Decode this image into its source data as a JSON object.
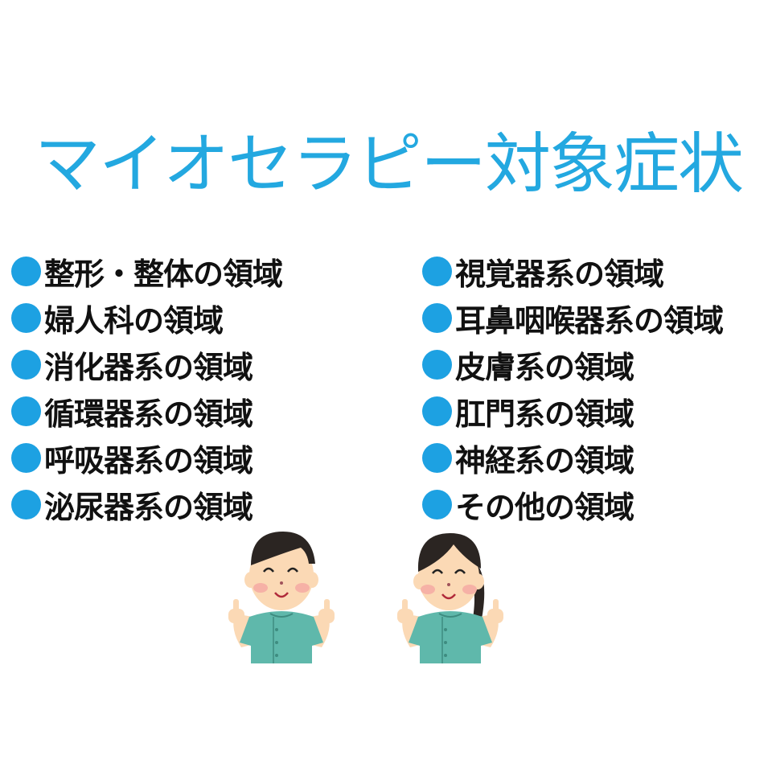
{
  "title": "マイオセラピー対象症状",
  "colors": {
    "title": "#23a8e0",
    "bullet": "#1da1e2",
    "text": "#111111",
    "scrub": "#5fb8ab",
    "skin": "#fbd9b5",
    "hair": "#2b2522",
    "cheek": "#f4a0a0"
  },
  "left_column": {
    "items": [
      {
        "label": "整形・整体の領域"
      },
      {
        "label": "婦人科の領域"
      },
      {
        "label": "消化器系の領域"
      },
      {
        "label": "循環器系の領域"
      },
      {
        "label": "呼吸器系の領域"
      },
      {
        "label": "泌尿器系の領域"
      }
    ]
  },
  "right_column": {
    "items": [
      {
        "label": "視覚器系の領域"
      },
      {
        "label": "耳鼻咽喉器系の領域"
      },
      {
        "label": "皮膚系の領域"
      },
      {
        "label": "肛門系の領域"
      },
      {
        "label": "神経系の領域"
      },
      {
        "label": "その他の領域"
      }
    ]
  },
  "illustrations": [
    {
      "name": "male-therapist-thumbs-up-icon"
    },
    {
      "name": "female-therapist-thumbs-up-icon"
    }
  ]
}
